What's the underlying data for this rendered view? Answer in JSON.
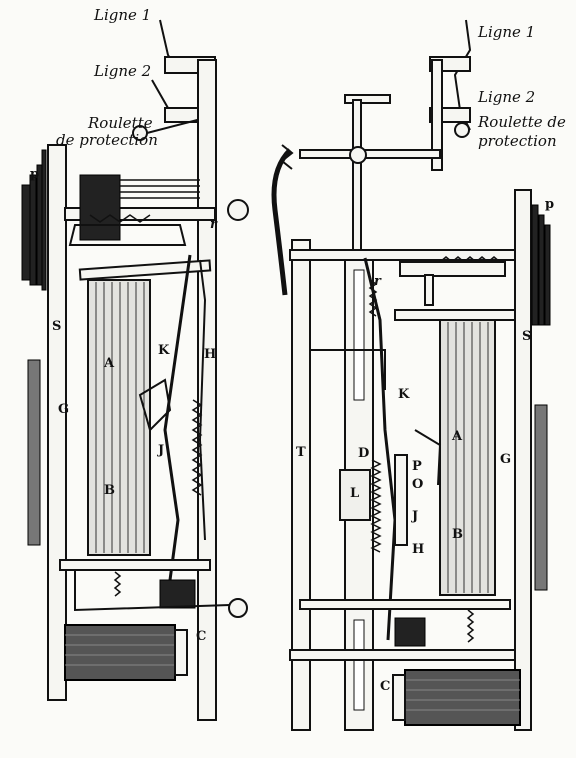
{
  "left_figure": {
    "labels": {
      "ligne1": "Ligne 1",
      "ligne2": "Ligne 2",
      "roulette": "Roulette",
      "protection": "de protection",
      "p": "p",
      "S": "S",
      "A": "A",
      "B": "B",
      "G": "G",
      "K": "K",
      "H": "H",
      "J": "J",
      "r": "r",
      "C": "C"
    }
  },
  "right_figure": {
    "labels": {
      "ligne1": "Ligne 1",
      "ligne2": "Ligne 2",
      "roulette": "Roulette de",
      "protection": "protection",
      "p": "p",
      "S": "S",
      "T": "T",
      "A": "A",
      "B": "B",
      "G": "G",
      "K": "K",
      "D": "D",
      "L": "L",
      "P": "P",
      "O": "O",
      "J": "J",
      "H": "H",
      "r": "r",
      "C": "C"
    }
  },
  "colors": {
    "ink": "#111111",
    "paper": "#fbfbf8"
  }
}
